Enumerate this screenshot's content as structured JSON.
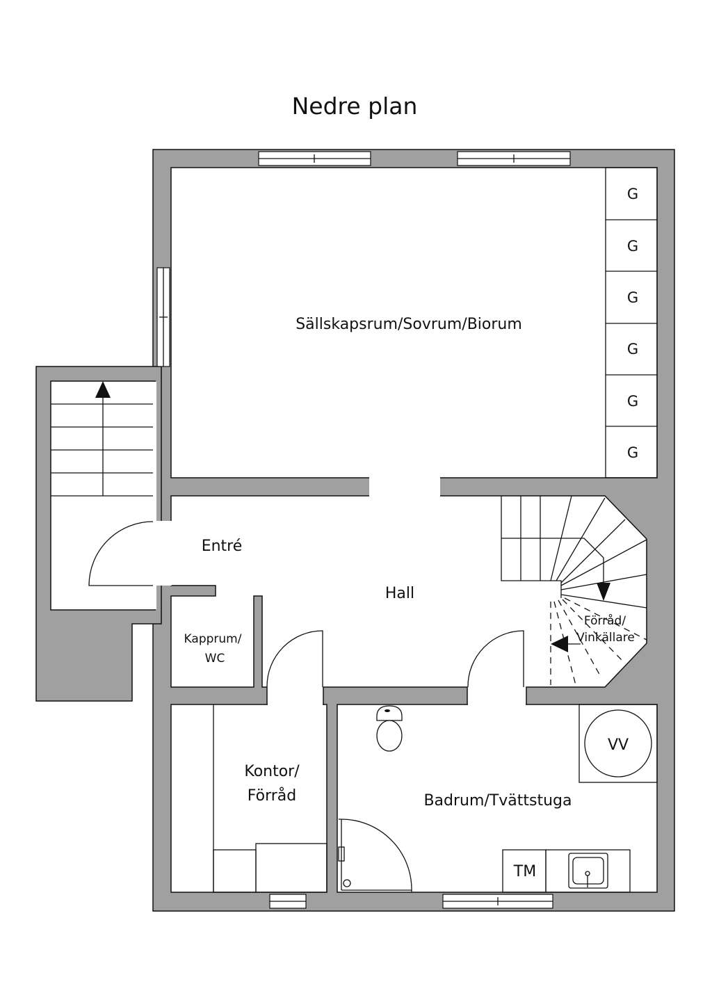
{
  "title": "Nedre plan",
  "rooms": {
    "sallskapsrum": "Sällskapsrum/Sovrum/Biorum",
    "entre": "Entré",
    "hall": "Hall",
    "kapprum_line1": "Kapprum/",
    "kapprum_line2": "WC",
    "forrad_line1": "Förråd/",
    "forrad_line2": "Vinkällare",
    "kontor_line1": "Kontor/",
    "kontor_line2": "Förråd",
    "badrum": "Badrum/Tvättstuga"
  },
  "fixtures": {
    "cabinets": [
      "G",
      "G",
      "G",
      "G",
      "G",
      "G"
    ],
    "water_heater": "VV",
    "washing_machine": "TM"
  },
  "colors": {
    "wall": "#a0a0a0",
    "line": "#111111"
  }
}
